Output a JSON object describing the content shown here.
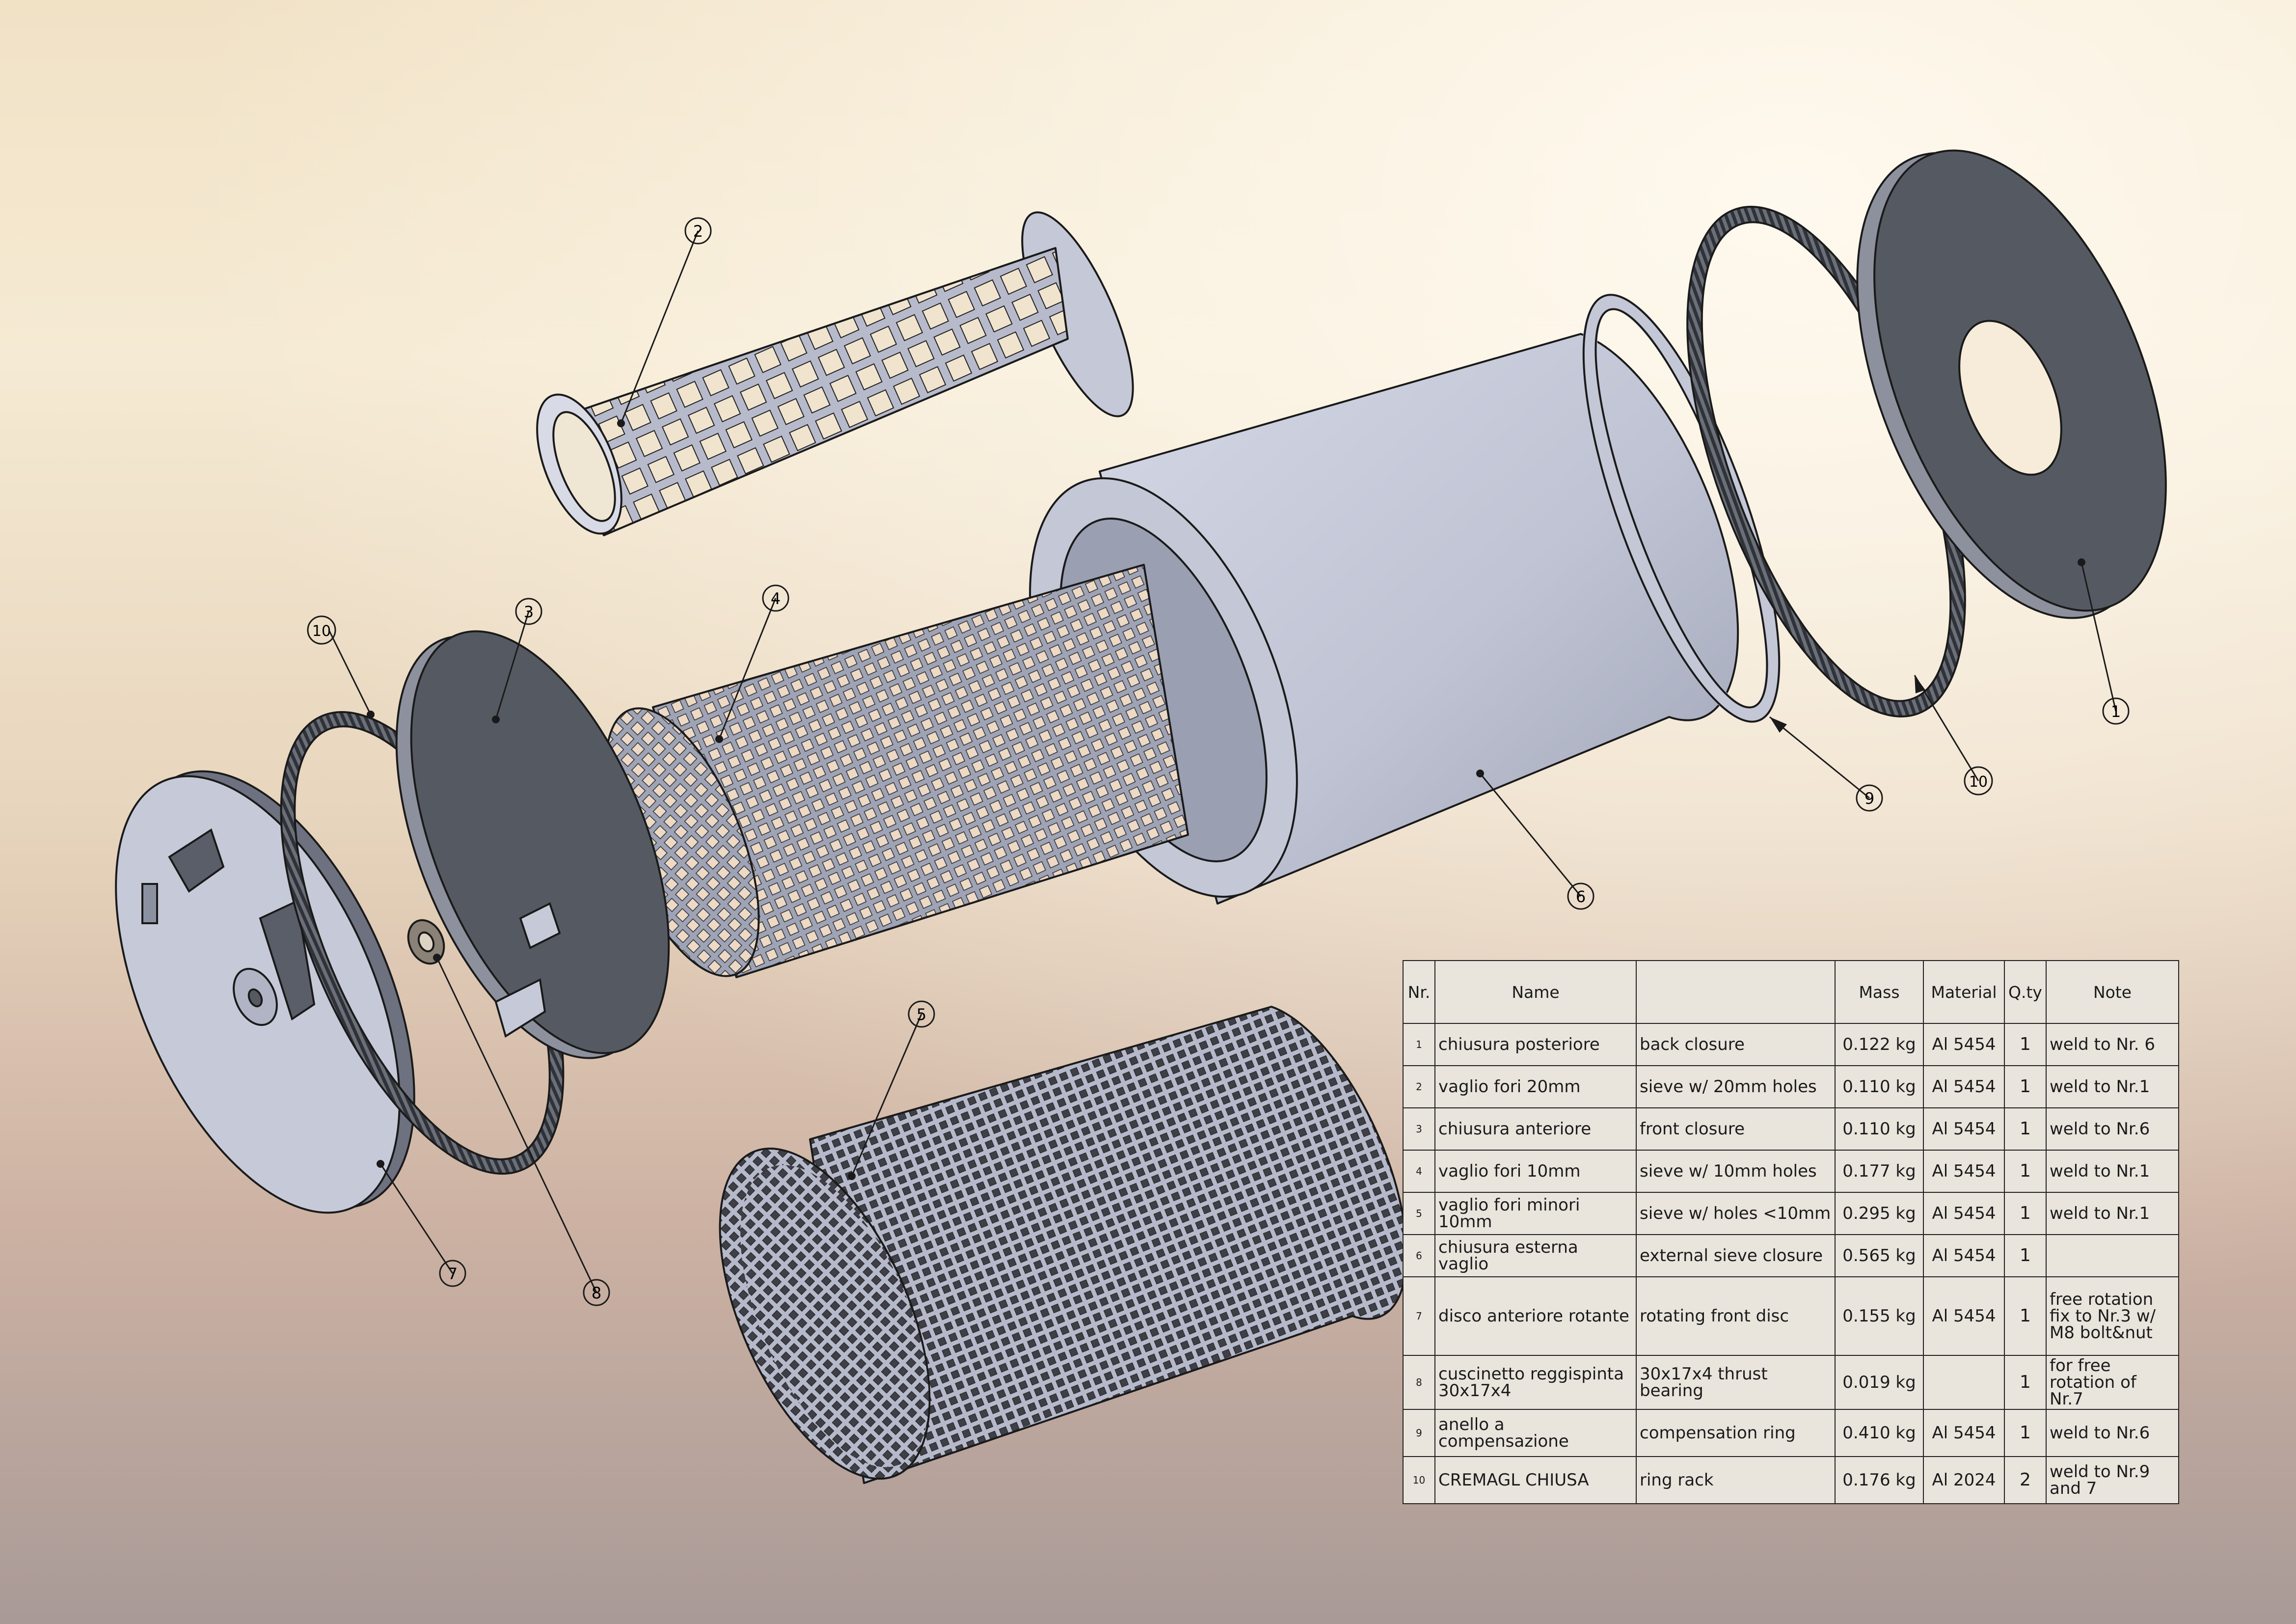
{
  "balloons": [
    "2",
    "10",
    "3",
    "4",
    "1",
    "9",
    "10",
    "6",
    "5",
    "7",
    "8"
  ],
  "table": {
    "headers": {
      "nr": "Nr.",
      "name": "Name",
      "description": "",
      "mass": "Mass",
      "material": "Material",
      "qty": "Q.ty",
      "note": "Note"
    },
    "rows": [
      {
        "nr": "1",
        "name": "chiusura posteriore",
        "description": "back closure",
        "mass": "0.122 kg",
        "material": "Al 5454",
        "qty": "1",
        "note": "weld to Nr. 6"
      },
      {
        "nr": "2",
        "name": "vaglio fori 20mm",
        "description": "sieve w/ 20mm holes",
        "mass": "0.110 kg",
        "material": "Al 5454",
        "qty": "1",
        "note": "weld to Nr.1"
      },
      {
        "nr": "3",
        "name": "chiusura anteriore",
        "description": "front closure",
        "mass": "0.110 kg",
        "material": "Al 5454",
        "qty": "1",
        "note": "weld to Nr.6"
      },
      {
        "nr": "4",
        "name": "vaglio fori 10mm",
        "description": "sieve w/ 10mm holes",
        "mass": "0.177 kg",
        "material": "Al 5454",
        "qty": "1",
        "note": "weld to Nr.1"
      },
      {
        "nr": "5",
        "name": "vaglio fori minori 10mm",
        "description": "sieve w/ holes <10mm",
        "mass": "0.295 kg",
        "material": "Al 5454",
        "qty": "1",
        "note": "weld to Nr.1"
      },
      {
        "nr": "6",
        "name": "chiusura esterna vaglio",
        "description": "external sieve closure",
        "mass": "0.565 kg",
        "material": "Al 5454",
        "qty": "1",
        "note": ""
      },
      {
        "nr": "7",
        "name": "disco anteriore rotante",
        "description": "rotating front disc",
        "mass": "0.155 kg",
        "material": "Al 5454",
        "qty": "1",
        "note": "free rotation fix to Nr.3 w/ M8 bolt&nut"
      },
      {
        "nr": "8",
        "name": "cuscinetto reggispinta 30x17x4",
        "description": "30x17x4 thrust bearing",
        "mass": "0.019 kg",
        "material": "",
        "qty": "1",
        "note": "for free rotation of Nr.7"
      },
      {
        "nr": "9",
        "name": "anello a compensazione",
        "description": "compensation ring",
        "mass": "0.410 kg",
        "material": "Al 5454",
        "qty": "1",
        "note": "weld to Nr.6"
      },
      {
        "nr": "10",
        "name": "CREMAGL CHIUSA",
        "description": "ring rack",
        "mass": "0.176 kg",
        "material": "Al 2024",
        "qty": "2",
        "note": "weld to Nr.9 and 7"
      }
    ]
  },
  "colors": {
    "part_light": "#c6cad8",
    "part_shade": "#9ea3b6",
    "disc_dark": "#555a62",
    "edge": "#1a1a1a",
    "table_bg": "#e9e4dc"
  }
}
